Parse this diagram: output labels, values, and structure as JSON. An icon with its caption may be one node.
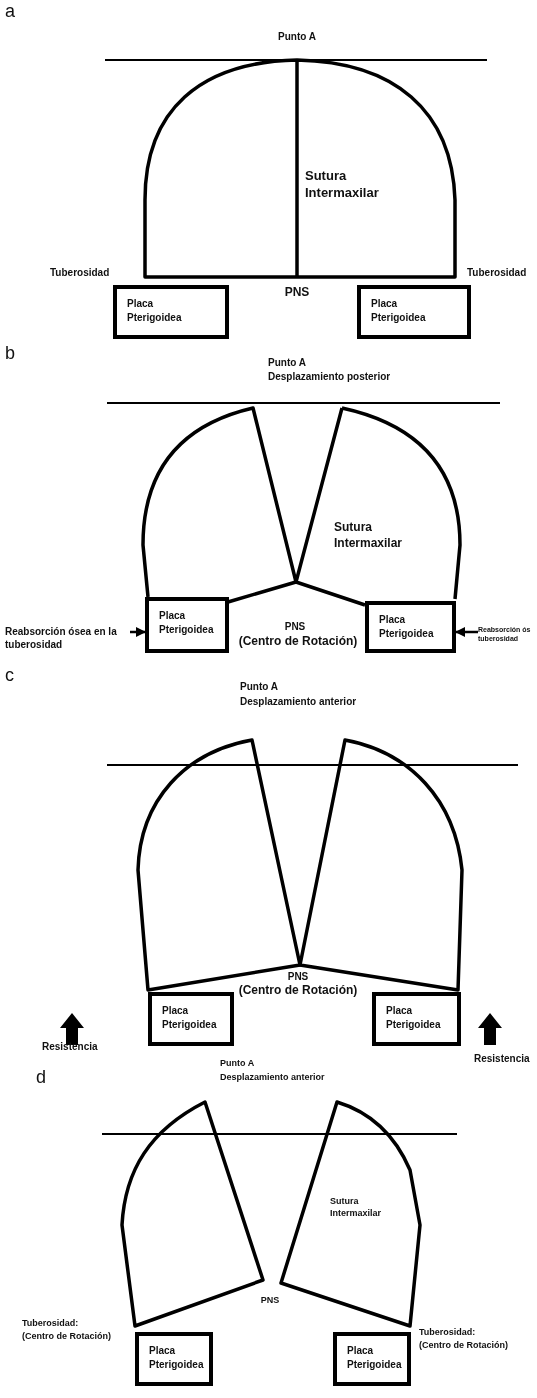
{
  "diagram": {
    "nodes": [
      {
        "text": [
          "Placa Pterigoidea"
        ]
      },
      {
        "text": [
          "Placa Pterigoidea"
        ]
      },
      {
        "text": [
          "Reabsorción ósea en la tuberosidad"
        ]
      },
      {
        "text": [
          "Placa Pterigoidea"
        ]
      },
      {
        "text": [
          "Placa Pterigoidea"
        ]
      },
      {
        "text": [
          "Reabsorción ós tuberosidad"
        ]
      },
      {
        "text": [
          "Placa Pterigoidea"
        ]
      },
      {
        "text": [
          "Placa Pterigoidea"
        ]
      },
      {
        "text": [
          "Placa Pterigoidea"
        ]
      },
      {
        "text": [
          "Placa Pterigoidea"
        ]
      }
    ],
    "edges": [
      {
        "from": 2,
        "to": 3,
        "arrow": "to"
      },
      {
        "from": 5,
        "to": 4,
        "arrow": "to"
      }
    ],
    "labels": [
      "a",
      "Punto A",
      "Sutura Intermaxilar",
      "Tuberosidad",
      "PNS",
      "Tuberosidad",
      "b",
      "Punto A",
      "Desplazamiento posterior",
      "Sutura Intermaxilar",
      "PNS",
      "(Centro de Rotación)",
      "c",
      "Punto A",
      "Desplazamiento anterior",
      "PNS",
      "(Centro de Rotación)",
      "Resistencia",
      "Resistencia",
      "Punto A",
      "d",
      "Desplazamiento anterior",
      "Sutura Intermaxilar",
      "PNS",
      "Tuberosidad:",
      "Tuberosidad:",
      "(Centro de Rotación)",
      "(Centro de Rotación)"
    ]
  }
}
